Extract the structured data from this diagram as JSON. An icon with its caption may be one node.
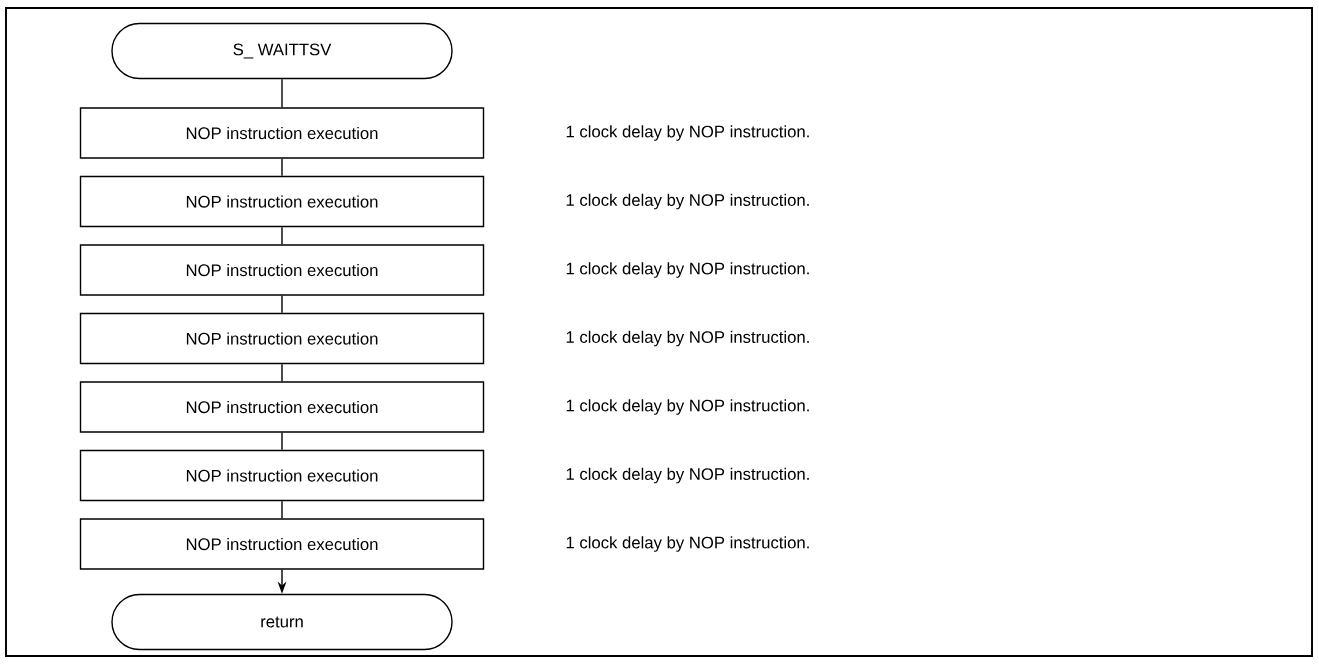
{
  "diagram": {
    "nodes": [
      {
        "text": [
          "S_ WAITTSV"
        ]
      },
      {
        "text": [
          "NOP instruction execution"
        ]
      },
      {
        "text": [
          "NOP instruction execution"
        ]
      },
      {
        "text": [
          "NOP instruction execution"
        ]
      },
      {
        "text": [
          "NOP instruction execution"
        ]
      },
      {
        "text": [
          "NOP instruction execution"
        ]
      },
      {
        "text": [
          "NOP instruction execution"
        ]
      },
      {
        "text": [
          "NOP instruction execution"
        ]
      },
      {
        "text": [
          "return"
        ]
      }
    ],
    "edges": [
      {
        "from": 0,
        "to": 1,
        "arrow": "none"
      },
      {
        "from": 1,
        "to": 2,
        "arrow": "none"
      },
      {
        "from": 2,
        "to": 3,
        "arrow": "none"
      },
      {
        "from": 3,
        "to": 4,
        "arrow": "none"
      },
      {
        "from": 4,
        "to": 5,
        "arrow": "none"
      },
      {
        "from": 5,
        "to": 6,
        "arrow": "none"
      },
      {
        "from": 6,
        "to": 7,
        "arrow": "none"
      },
      {
        "from": 7,
        "to": 8,
        "arrow": "to"
      }
    ],
    "labels": [
      "1 clock delay by NOP instruction.",
      "1 clock delay by NOP instruction.",
      "1 clock delay by NOP instruction.",
      "1 clock delay by NOP instruction.",
      "1 clock delay by NOP instruction.",
      "1 clock delay by NOP instruction.",
      "1 clock delay by NOP instruction."
    ]
  }
}
